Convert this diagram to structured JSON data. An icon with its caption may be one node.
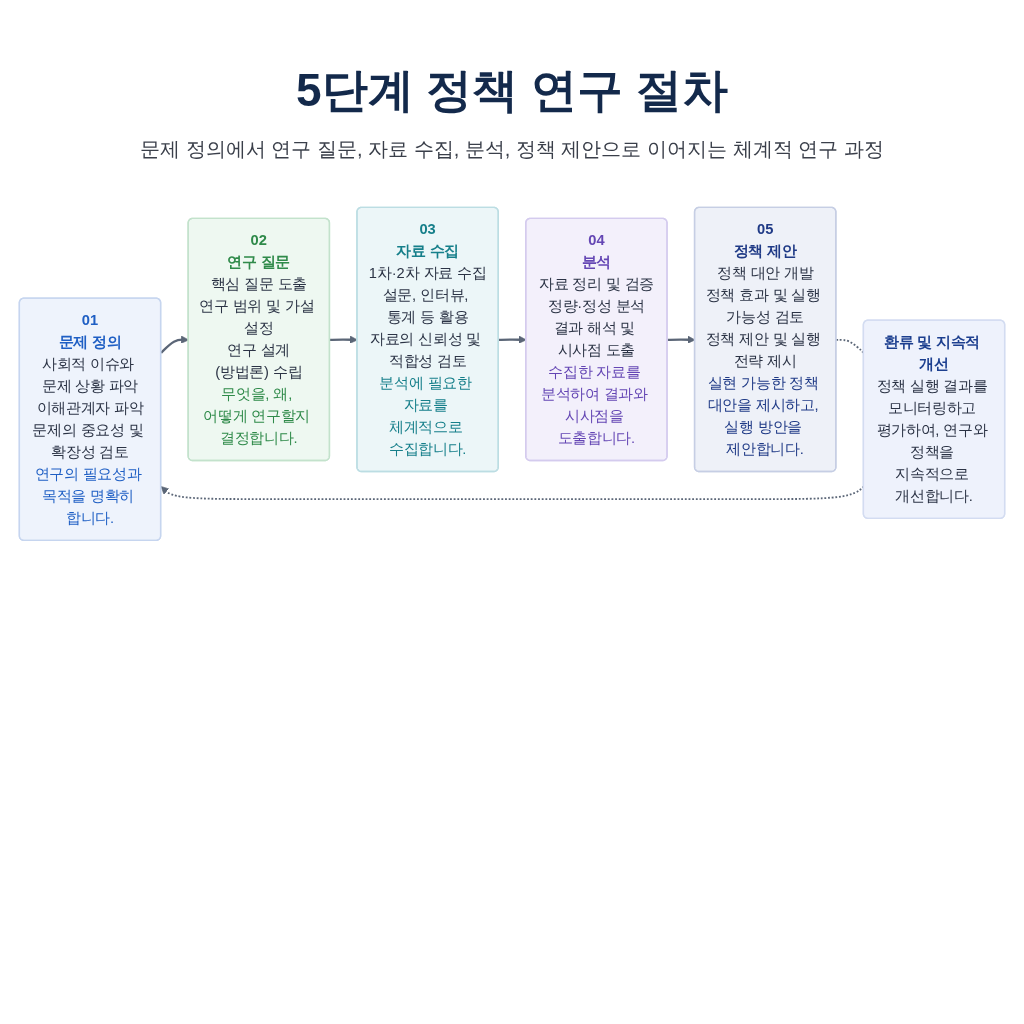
{
  "diagram": {
    "title": "5단계 정책 연구 절차",
    "nodes": [
      {
        "text": [
          "01",
          "문제 정의",
          "사회적 이슈와 문제 상황 파악",
          "이해관계자 파악",
          "문제의 중요성 및 확장성 검토",
          "연구의 필요성과 목적을 명확히 합니다."
        ]
      },
      {
        "text": [
          "02",
          "연구 질문",
          "핵심 질문 도출",
          "연구 범위 및 가설 설정",
          "연구 설계(방법론) 수립",
          "무엇을, 왜, 어떻게 연구할지 결정합니다."
        ]
      },
      {
        "text": [
          "03",
          "자료 수집",
          "1차·2차 자료 수집",
          "설문, 인터뷰, 통계 등 활용",
          "자료의 신뢰성 및 적합성 검토",
          "분석에 필요한 자료를 체계적으로 수집합니다."
        ]
      },
      {
        "text": [
          "04",
          "분석",
          "자료 정리 및 검증",
          "정량·정성 분석",
          "결과 해석 및 시사점 도출",
          "수집한 자료를 분석하여 결과와 시사점을 도출합니다."
        ]
      },
      {
        "text": [
          "05",
          "정책 제안",
          "정책 대안 개발",
          "정책 효과 및 실행 가능성 검토",
          "정책 제안 및 실행 전략 제시",
          "실현 가능한 정책 대안을 제시하고, 실행 방안을 제안합니다."
        ]
      },
      {
        "text": [
          "환류 및 지속적 개선",
          "정책 실행 결과를 모니터링하고 평가하여, 연구와 정책을 지속적으로 개선합니다."
        ]
      }
    ],
    "edges": [
      {
        "from": 0,
        "to": 1,
        "arrow": "to"
      },
      {
        "from": 1,
        "to": 2,
        "arrow": "to"
      },
      {
        "from": 2,
        "to": 3,
        "arrow": "to"
      },
      {
        "from": 3,
        "to": 4,
        "arrow": "to"
      },
      {
        "from": 4,
        "to": 5,
        "arrow": "none",
        "style": "dashed"
      },
      {
        "from": 5,
        "to": 0,
        "arrow": "to",
        "style": "dashed"
      }
    ],
    "labels": [
      "문제 정의에서 연구 질문, 자료 수집, 분석, 정책 제안으로 이어지는 체계적 연구 과정"
    ]
  }
}
